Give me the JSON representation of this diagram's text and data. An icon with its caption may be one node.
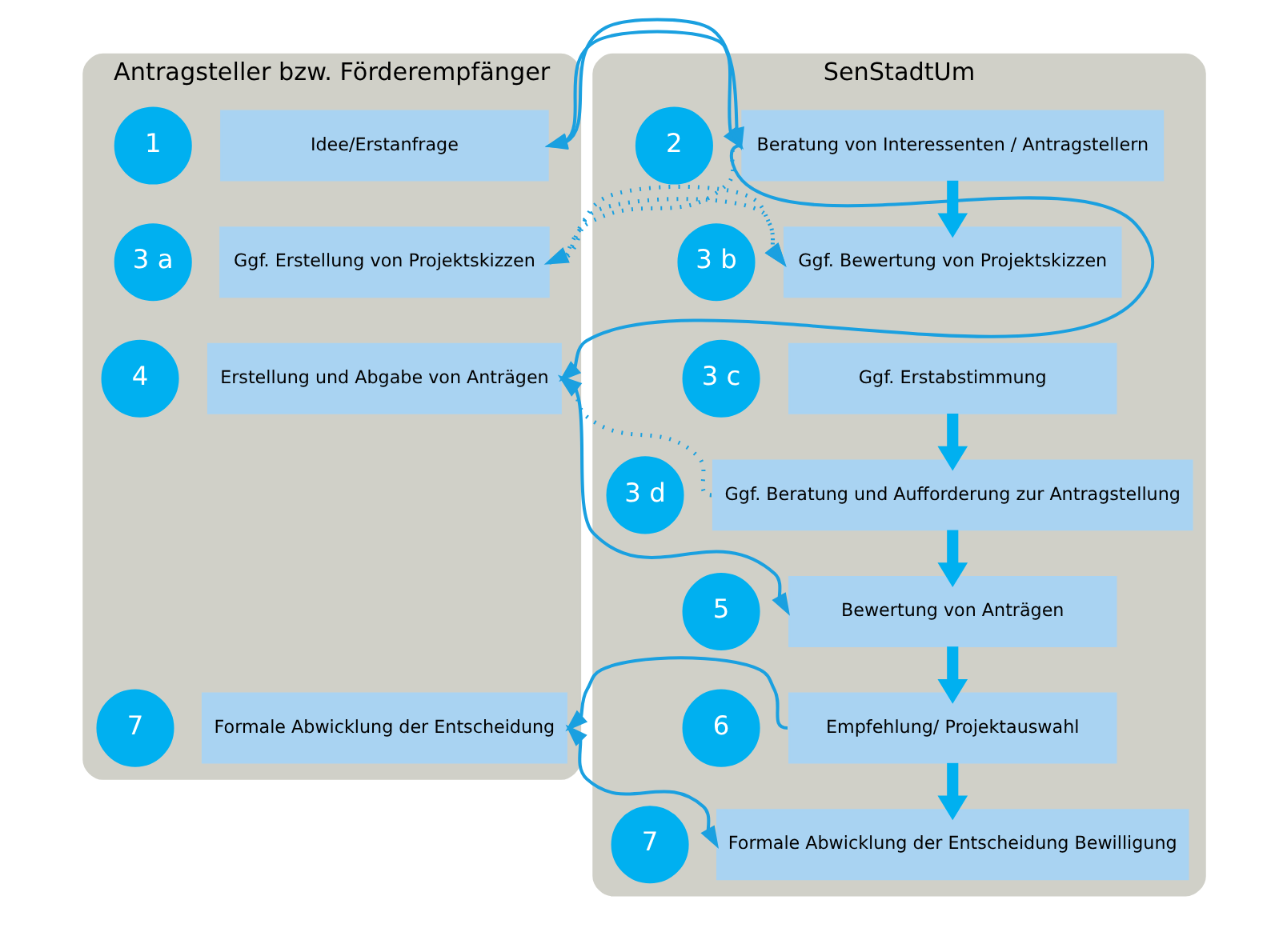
{
  "diagram": {
    "nodes": [
      {
        "text": [
          "Antragsteller bzw. Förderempfänger"
        ]
      },
      {
        "text": [
          "1"
        ],
        "in": 0
      },
      {
        "text": [
          "Idee/Erstanfrage"
        ],
        "in": 0
      },
      {
        "text": [
          "3 a"
        ],
        "in": 0
      },
      {
        "text": [
          "Ggf. Erstellung von Projektskizzen"
        ],
        "in": 0
      },
      {
        "text": [
          "4"
        ],
        "in": 0
      },
      {
        "text": [
          "Erstellung und Abgabe von Anträgen"
        ],
        "in": 0
      },
      {
        "text": [
          "7"
        ],
        "in": 0
      },
      {
        "text": [
          "Formale Abwicklung der Entscheidung"
        ],
        "in": 0
      },
      {
        "text": [
          "SenStadtUm"
        ]
      },
      {
        "text": [
          "2"
        ],
        "in": 9
      },
      {
        "text": [
          "Beratung von Interessenten / Antragstellern"
        ],
        "in": 9
      },
      {
        "text": [
          "3 b"
        ],
        "in": 9
      },
      {
        "text": [
          "Ggf. Bewertung von Projektskizzen"
        ],
        "in": 9
      },
      {
        "text": [
          "3 c"
        ],
        "in": 9
      },
      {
        "text": [
          "Ggf. Erstabstimmung"
        ],
        "in": 9
      },
      {
        "text": [
          "3 d"
        ],
        "in": 9
      },
      {
        "text": [
          "Ggf. Beratung und Aufforderung zur Antragstellung"
        ],
        "in": 9
      },
      {
        "text": [
          "5"
        ],
        "in": 9
      },
      {
        "text": [
          "Bewertung von Anträgen"
        ],
        "in": 9
      },
      {
        "text": [
          "6"
        ],
        "in": 9
      },
      {
        "text": [
          "Empfehlung/ Projektauswahl"
        ],
        "in": 9
      },
      {
        "text": [
          "7"
        ],
        "in": 9
      },
      {
        "text": [
          "Formale Abwicklung der Entscheidung Bewilligung"
        ],
        "in": 9
      }
    ],
    "edges": [
      {
        "from": 2,
        "to": 11,
        "arrow": "both"
      },
      {
        "from": 11,
        "to": 4,
        "arrow": "to",
        "style": "dashed"
      },
      {
        "from": 4,
        "to": 13,
        "arrow": "to",
        "style": "dashed"
      },
      {
        "from": 11,
        "to": 6,
        "arrow": "to"
      },
      {
        "from": 17,
        "to": 6,
        "arrow": "to",
        "style": "dashed"
      },
      {
        "from": 6,
        "to": 19,
        "arrow": "to"
      },
      {
        "from": 21,
        "to": 8,
        "arrow": "to"
      },
      {
        "from": 8,
        "to": 23,
        "arrow": "both"
      },
      {
        "from": 11,
        "to": 13,
        "arrow": "to",
        "style": "thick"
      },
      {
        "from": 15,
        "to": 17,
        "arrow": "to",
        "style": "thick"
      },
      {
        "from": 17,
        "to": 19,
        "arrow": "to",
        "style": "thick"
      },
      {
        "from": 19,
        "to": 21,
        "arrow": "to",
        "style": "thick"
      },
      {
        "from": 21,
        "to": 23,
        "arrow": "to",
        "style": "thick"
      }
    ]
  }
}
